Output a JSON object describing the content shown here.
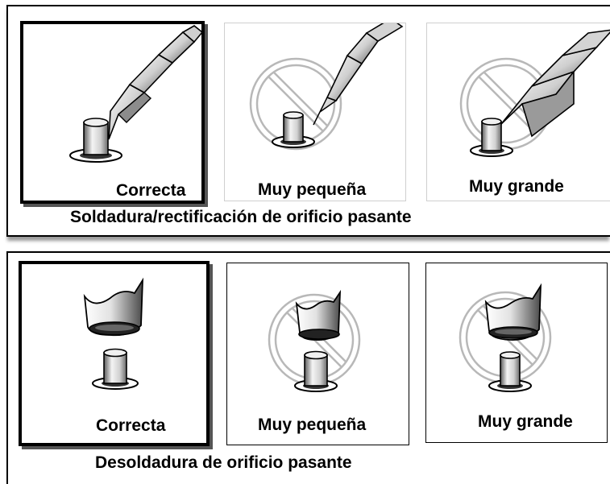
{
  "sections": [
    {
      "title": "Soldadura/rectificación de orificio pasante",
      "items": [
        {
          "caption": "Correcta",
          "icon": "chisel-tip-correct-icon",
          "prohibited": false
        },
        {
          "caption": "Muy pequeña",
          "icon": "conical-tip-too-small-icon",
          "prohibited": true
        },
        {
          "caption": "Muy grande",
          "icon": "wide-chisel-tip-too-large-icon",
          "prohibited": true
        }
      ]
    },
    {
      "title": "Desoldadura de orificio pasante",
      "items": [
        {
          "caption": "Correcta",
          "icon": "desoldering-nozzle-correct-icon",
          "prohibited": false
        },
        {
          "caption": "Muy pequeña",
          "icon": "desoldering-nozzle-too-small-icon",
          "prohibited": true
        },
        {
          "caption": "Muy grande",
          "icon": "desoldering-nozzle-too-large-icon",
          "prohibited": true
        }
      ]
    }
  ],
  "colors": {
    "outline": "#000000",
    "prohibited_symbol": "#b8b8b8",
    "shadow": "#9a9a9a"
  }
}
